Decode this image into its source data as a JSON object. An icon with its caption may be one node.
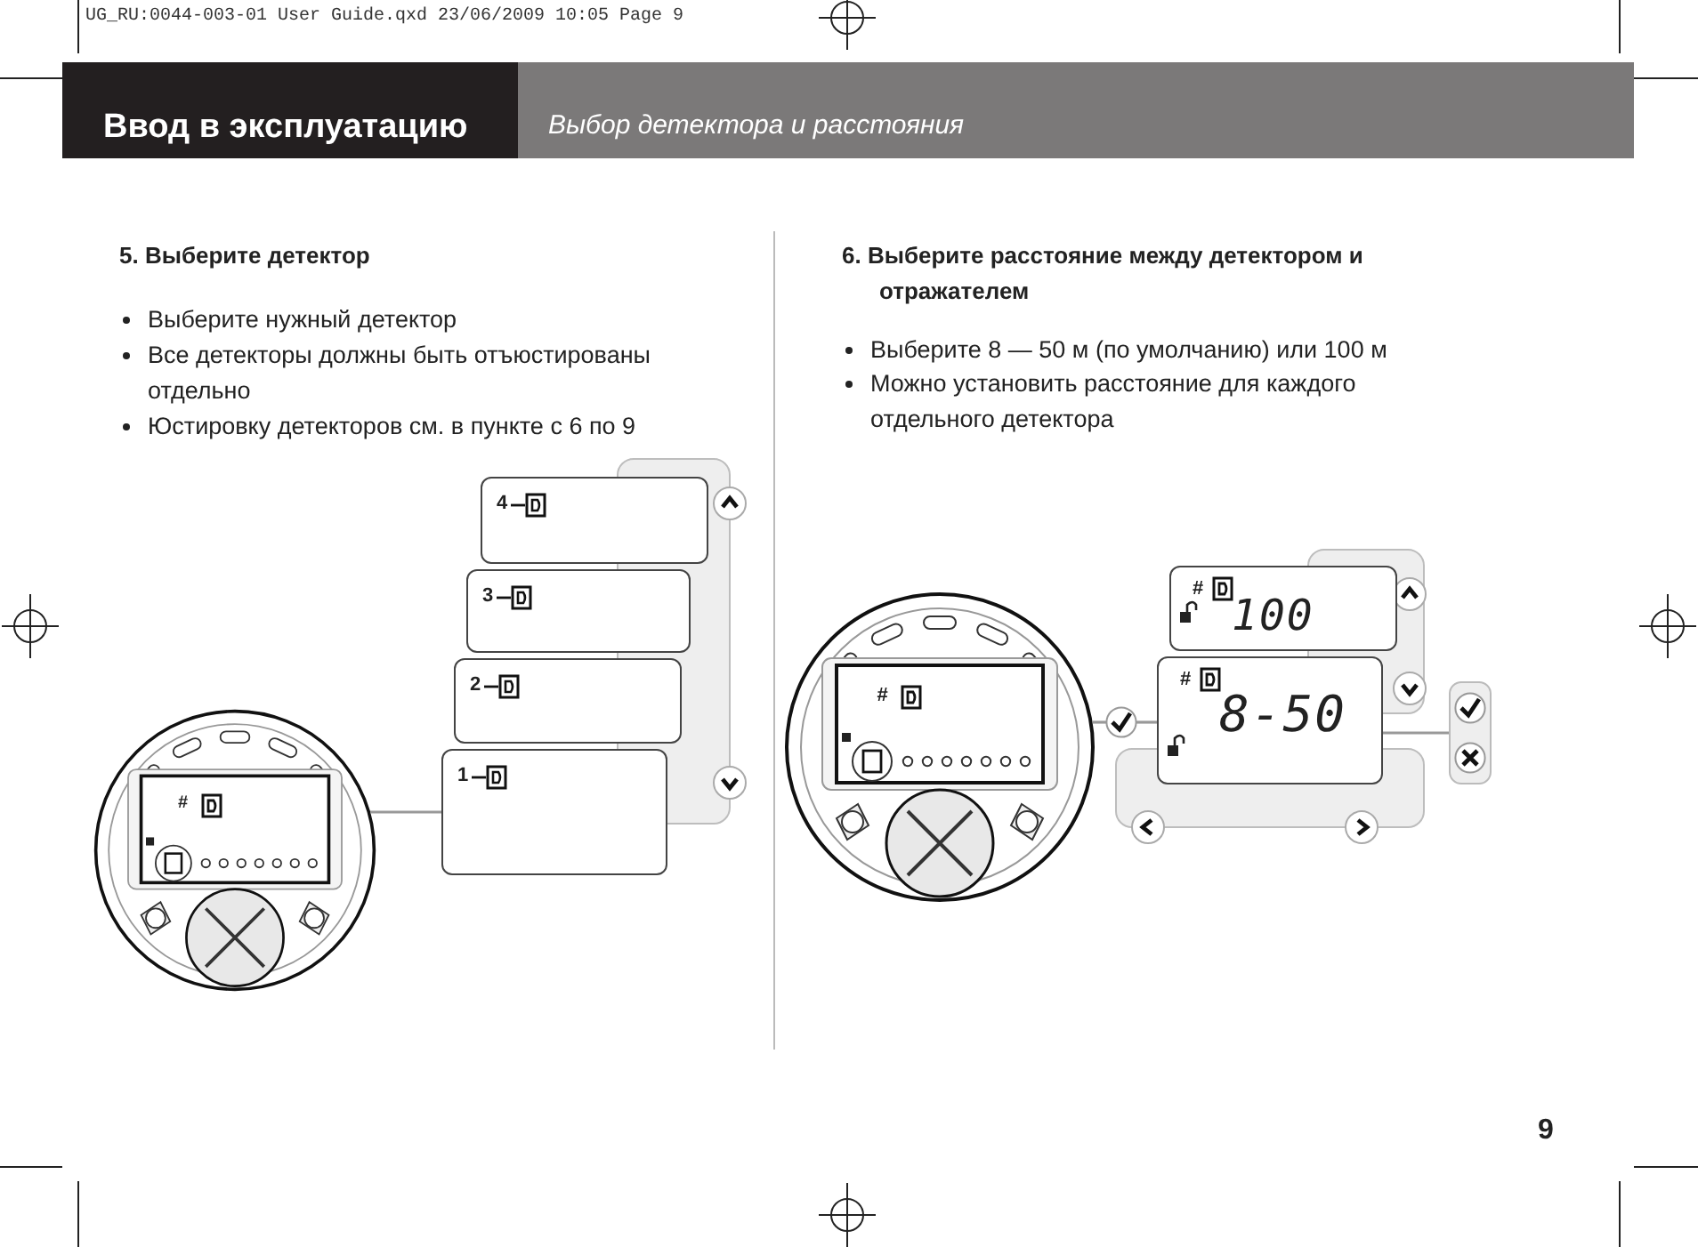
{
  "diagram": {
    "nodes": [
      {
        "text": [
          "#"
        ]
      },
      {
        "text": [
          "4"
        ]
      },
      {
        "text": [
          "3"
        ]
      },
      {
        "text": [
          "2"
        ]
      },
      {
        "text": [
          "1"
        ]
      },
      {
        "text": [
          "#"
        ]
      },
      {
        "text": [],
        "shape": "circle"
      },
      {
        "text": [
          "#",
          "100"
        ]
      },
      {
        "text": [
          "#",
          "8-50"
        ]
      },
      {
        "text": [],
        "shape": "box"
      }
    ],
    "edges": [
      {
        "from": 0,
        "to": 4,
        "arrow": "none"
      },
      {
        "from": 5,
        "to": 6,
        "arrow": "none"
      },
      {
        "from": 6,
        "to": 8,
        "arrow": "none"
      },
      {
        "from": 8,
        "to": 9,
        "arrow": "none"
      }
    ],
    "labels": [
      "UG_RU:0044-003-01 User Guide.qxd 23/06/2009 10:05 Page 9",
      "Ввод в эксплуатацию",
      "Выбор детектора и расстояния",
      "5. Выберите детектор",
      "Выберите нужный детектор",
      "Все детекторы должны быть отъюстированы отдельно",
      "Юстировку детекторов см. в пункте с 6 по 9",
      "6. Выберите расстояние между детектором и отражателем",
      "Выберите 8 — 50 м (по умолчанию) или 100 м",
      "Можно установить расстояние для каждого отдельного детектора",
      "9"
    ]
  }
}
